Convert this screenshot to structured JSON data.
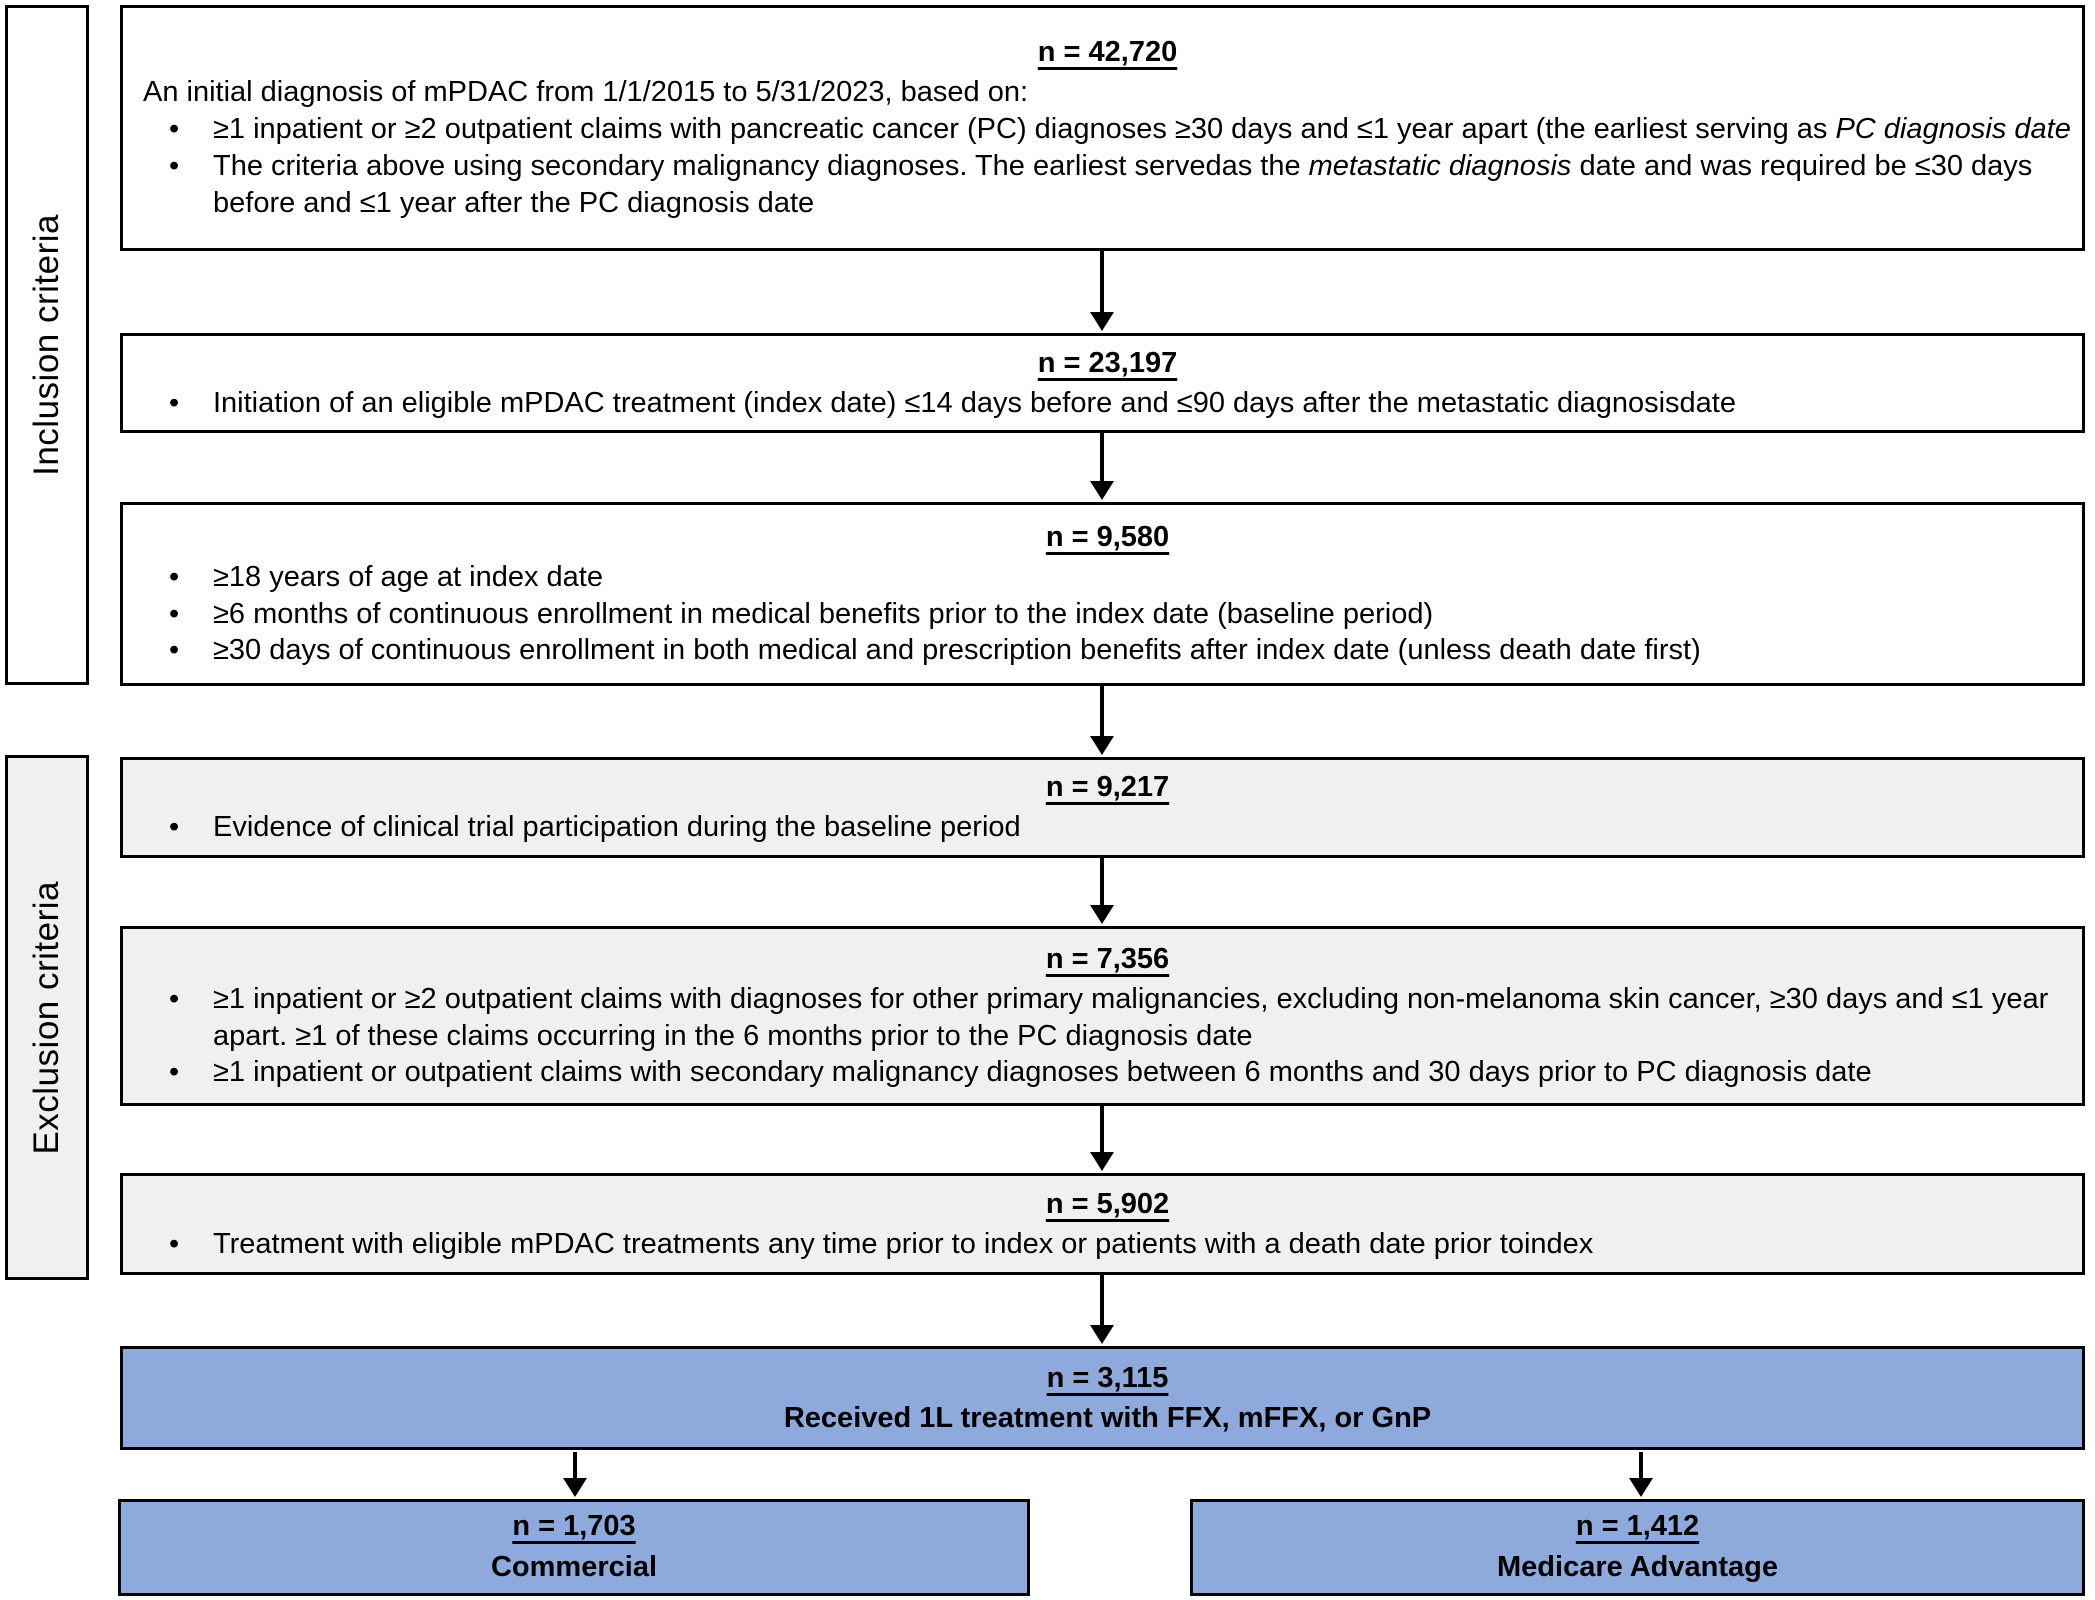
{
  "sidebar": {
    "inclusion_label": "Inclusion criteria",
    "exclusion_label": "Exclusion criteria"
  },
  "colors": {
    "highlight_blue": "#8ea9db",
    "exclusion_gray": "#f0f0f0",
    "border": "#000000"
  },
  "boxes": {
    "b1": {
      "n": "n = 42,720",
      "intro": "An initial diagnosis of mPDAC from 1/1/2015 to 5/31/2023, based on:",
      "bullet1_pre": "≥1 inpatient or ≥2 outpatient claims with pancreatic cancer (PC) diagnoses ≥30 days and ≤1 year apart (the earliest serving as ",
      "bullet1_italic": "PC diagnosis date",
      "bullet2_pre": "The criteria above using secondary malignancy diagnoses. The earliest servedas the ",
      "bullet2_italic": "metastatic diagnosis",
      "bullet2_post": " date and was required be ≤30 days before and ≤1 year after the PC diagnosis date"
    },
    "b2": {
      "n": "n = 23,197",
      "bullet1": "Initiation of an eligible mPDAC treatment (index date) ≤14 days before and ≤90 days after the metastatic diagnosisdate"
    },
    "b3": {
      "n": "n = 9,580",
      "bullet1": "≥18 years of age at index date",
      "bullet2": "≥6 months of continuous enrollment in medical benefits prior to the index date (baseline period)",
      "bullet3": "≥30 days of continuous enrollment in both medical and prescription benefits after index date (unless death date first)"
    },
    "b4": {
      "n": "n = 9,217",
      "bullet1": "Evidence of clinical trial participation during the baseline period"
    },
    "b5": {
      "n": "n = 7,356",
      "bullet1": "≥1 inpatient or ≥2 outpatient claims with diagnoses for other primary malignancies, excluding non-melanoma skin cancer, ≥30 days and ≤1 year apart. ≥1 of these claims occurring in the 6 months prior to the PC diagnosis date",
      "bullet2": "≥1 inpatient or outpatient claims with secondary malignancy diagnoses between 6 months and 30 days prior to PC diagnosis date"
    },
    "b6": {
      "n": "n = 5,902",
      "bullet1": "Treatment with eligible mPDAC treatments any time prior to index or patients with a death date prior toindex"
    },
    "b7": {
      "n": "n = 3,115",
      "label": "Received 1L treatment with FFX, mFFX, or GnP"
    },
    "b8": {
      "n": "n = 1,703",
      "label": "Commercial"
    },
    "b9": {
      "n": "n = 1,412",
      "label": "Medicare Advantage"
    }
  }
}
